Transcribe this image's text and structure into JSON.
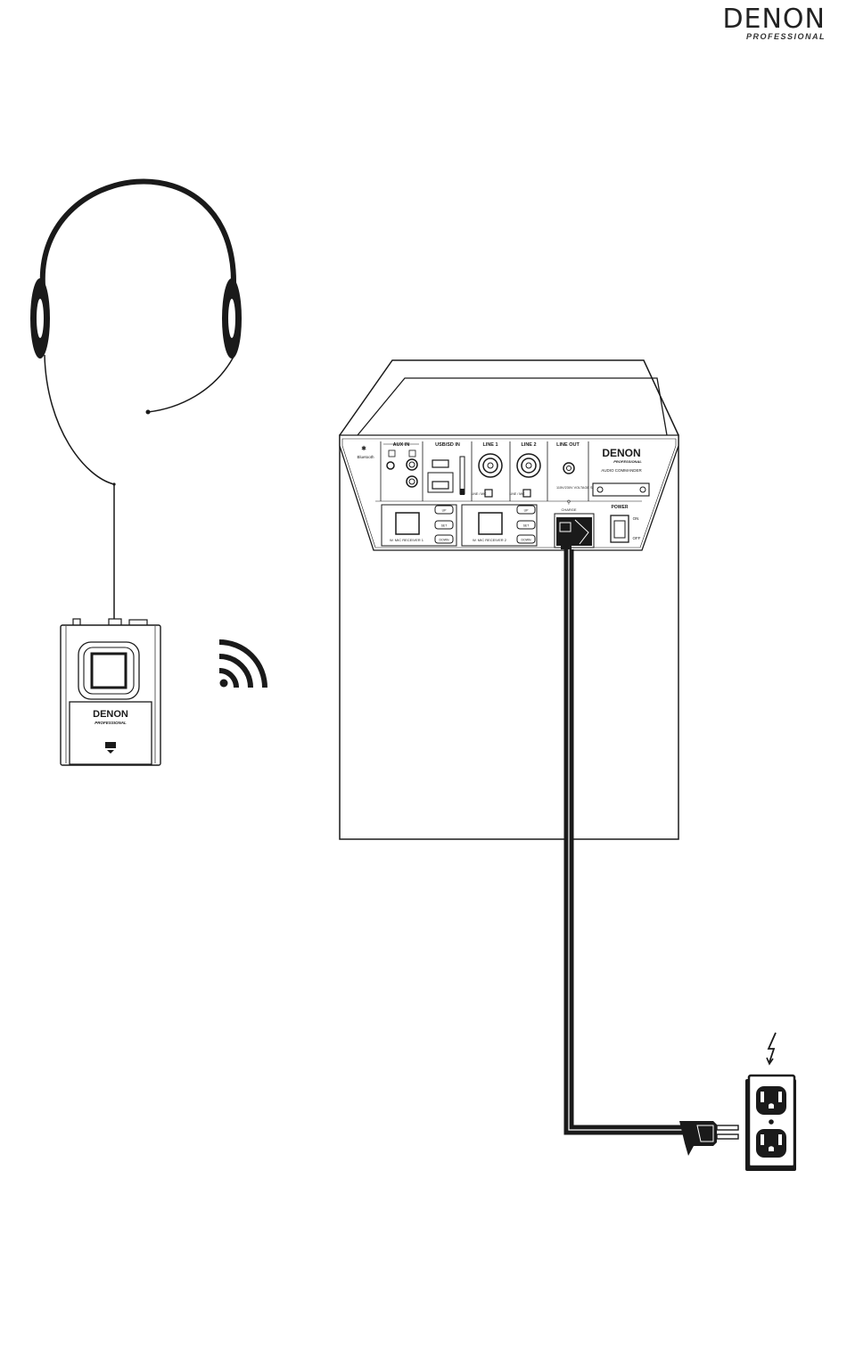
{
  "header": {
    "brand": "DENON",
    "sub_brand": "PROFESSIONAL"
  },
  "speaker_panel": {
    "bluetooth_label": "Bluetooth",
    "aux_in_label": "AUX IN",
    "usb_sd_label": "USB/SD IN",
    "line1_label": "LINE 1",
    "line2_label": "LINE 2",
    "line_out_label": "LINE OUT",
    "brand": "DENON",
    "brand_sub": "PROFESSIONAL",
    "product_name": "AUDIO COMMANDER",
    "voltage_label": "115V/230V VOLTAGE SELECT",
    "receiver1_label": "W. MIC RECEIVER 1",
    "receiver2_label": "W. MIC RECEIVER 2",
    "btn_up": "UP",
    "btn_set": "SET",
    "btn_down": "DOWN",
    "charge_label": "CHARGE",
    "power_label": "POWER",
    "on_label": "ON",
    "off_label": "OFF",
    "line_mic_label": "LINE / MIC"
  },
  "transmitter": {
    "brand": "DENON",
    "brand_sub": "PROFESSIONAL"
  },
  "icons": {
    "headset": "headset-mic-icon",
    "wireless": "wireless-signal-icon",
    "outlet": "wall-outlet-icon",
    "plug": "power-plug-icon",
    "bolt": "lightning-bolt-icon"
  }
}
